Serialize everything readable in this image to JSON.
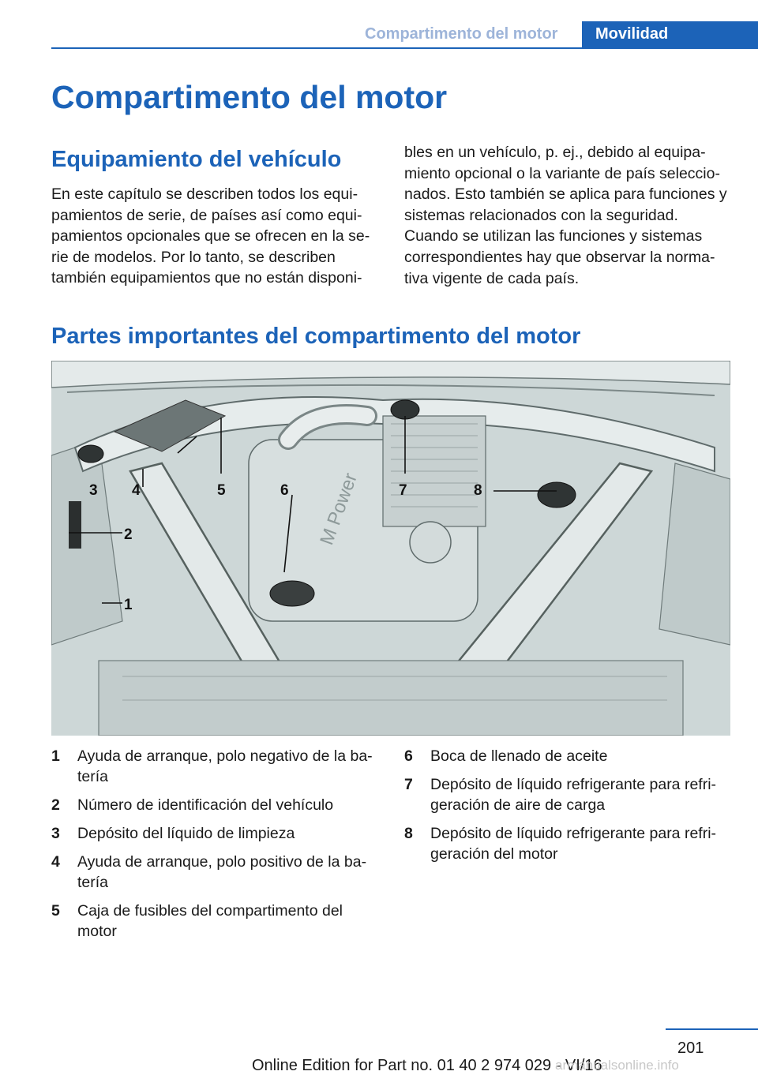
{
  "header": {
    "section": "Compartimento del motor",
    "chapter": "Movilidad"
  },
  "title": "Compartimento del motor",
  "equipment": {
    "heading": "Equipamiento del vehículo",
    "col1": "En este capítulo se describen todos los equi-pamientos de serie, de países así como equi-pamientos opcionales que se ofrecen en la se-rie de modelos. Por lo tanto, se describen también equipamientos que no están disponi-",
    "col2": "bles en un vehículo, p. ej., debido al equipa-miento opcional o la variante de país seleccio-nados. Esto también se aplica para funciones y sistemas relacionados con la seguridad. Cuando se utilizan las funciones y sistemas correspondientes hay que observar la norma-tiva vigente de cada país."
  },
  "parts": {
    "heading": "Partes importantes del compartimento del motor",
    "figure_text": "M Power",
    "callouts": [
      "1",
      "2",
      "3",
      "4",
      "5",
      "6",
      "7",
      "8"
    ],
    "items": [
      {
        "num": "1",
        "text": "Ayuda de arranque, polo negativo de la ba-tería"
      },
      {
        "num": "2",
        "text": "Número de identificación del vehículo"
      },
      {
        "num": "3",
        "text": "Depósito del líquido de limpieza"
      },
      {
        "num": "4",
        "text": "Ayuda de arranque, polo positivo de la ba-tería"
      },
      {
        "num": "5",
        "text": "Caja de fusibles del compartimento del motor"
      },
      {
        "num": "6",
        "text": "Boca de llenado de aceite"
      },
      {
        "num": "7",
        "text": "Depósito de líquido refrigerante para refri-geración de aire de carga"
      },
      {
        "num": "8",
        "text": "Depósito de líquido refrigerante para refri-geración del motor"
      }
    ]
  },
  "footer": {
    "page": "201",
    "edition": "Online Edition for Part no. 01 40 2 974 029 - VI/16",
    "watermark": "armanualsonline.info"
  },
  "colors": {
    "brand_blue": "#1c63b8",
    "header_light_blue": "#9db4d9",
    "figure_bg": "#c9d4d4"
  }
}
